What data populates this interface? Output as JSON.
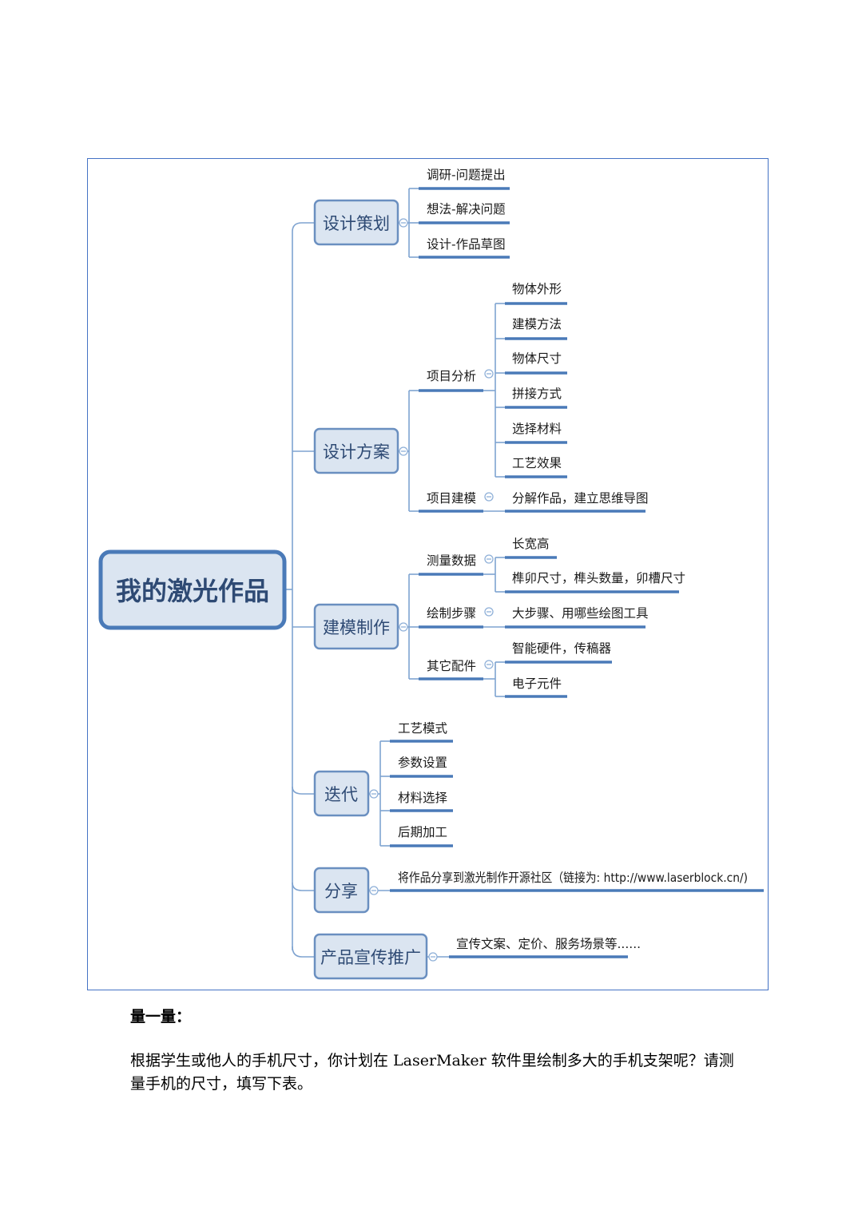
{
  "mindmap": {
    "root": "我的激光作品",
    "branches": [
      {
        "label": "设计策划",
        "leaves": [
          "调研-问题提出",
          "想法-解决问题",
          "设计-作品草图"
        ]
      },
      {
        "label": "设计方案",
        "subs": [
          {
            "label": "项目分析",
            "leaves": [
              "物体外形",
              "建模方法",
              "物体尺寸",
              "拼接方式",
              "选择材料",
              "工艺效果"
            ]
          },
          {
            "label": "项目建模",
            "leaves": [
              "分解作品，建立思维导图"
            ]
          }
        ]
      },
      {
        "label": "建模制作",
        "subs": [
          {
            "label": "测量数据",
            "leaves": [
              "长宽高",
              "榫卯尺寸，榫头数量，卯槽尺寸"
            ]
          },
          {
            "label": "绘制步骤",
            "leaves": [
              "大步骤、用哪些绘图工具"
            ]
          },
          {
            "label": "其它配件",
            "leaves": [
              "智能硬件，传稿器",
              "电子元件"
            ]
          }
        ]
      },
      {
        "label": "迭代",
        "leaves": [
          "工艺模式",
          "参数设置",
          "材料选择",
          "后期加工"
        ]
      },
      {
        "label": "分享",
        "leaves": [
          "将作品分享到激光制作开源社区（链接为: http://www.laserblock.cn/)"
        ]
      },
      {
        "label": "产品宣传推广",
        "leaves": [
          "宣传文案、定价、服务场景等......"
        ]
      }
    ]
  },
  "section": {
    "heading": "量一量：",
    "paragraph": "根据学生或他人的手机尺寸，你计划在 LaserMaker 软件里绘制多大的手机支架呢？请测量手机的尺寸，填写下表。"
  }
}
